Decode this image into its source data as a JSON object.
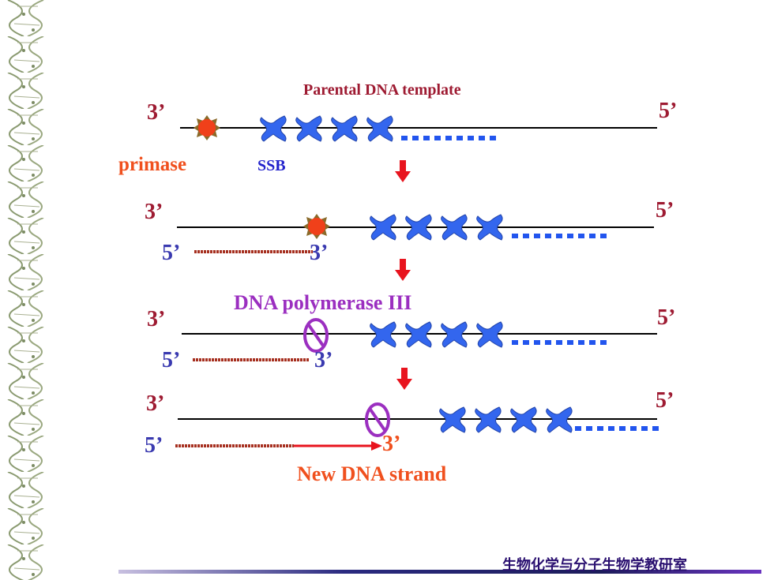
{
  "diagram": {
    "title": "Parental DNA template",
    "labels": {
      "primase": "primase",
      "ssb": "SSB",
      "polymerase": "DNA polymerase III",
      "new_strand": "New DNA strand"
    },
    "rows": [
      {
        "left_top": "3’",
        "right_top": "5’"
      },
      {
        "left_top": "3’",
        "right_top": "5’",
        "primer_5": "5’",
        "primer_3": "3’"
      },
      {
        "left_top": "3’",
        "right_top": "5’",
        "primer_5": "5’",
        "primer_3": "3’"
      },
      {
        "left_top": "3’",
        "right_top": "5’",
        "primer_5": "5’",
        "primer_3": "3’"
      }
    ]
  },
  "footer": {
    "text": "生物化学与分子生物学教研室"
  },
  "colors": {
    "dark_label": "#9e1b32",
    "blue_label": "#3a3ab0",
    "primase": "#f0501e",
    "ssb": "#3366ee",
    "polymerase": "#9b2fc0",
    "arrow": "#e8141e"
  }
}
